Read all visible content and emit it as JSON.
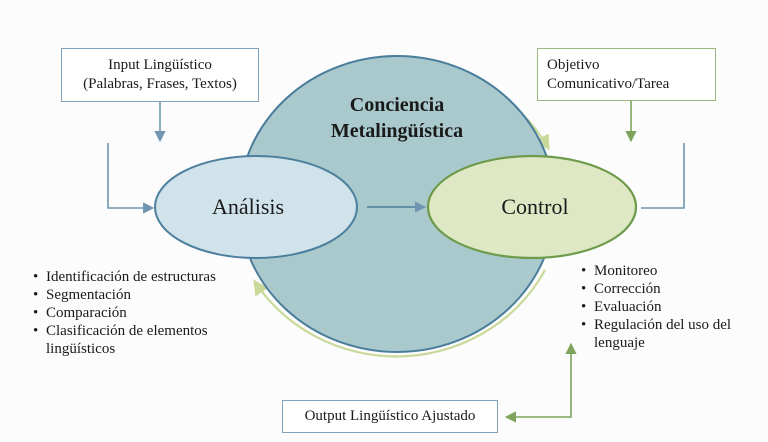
{
  "diagram": {
    "title": "Conciencia Metalingüística",
    "title_lines": [
      "Conciencia",
      "Metalingüística"
    ],
    "nodes": {
      "input": {
        "lines": [
          "Input Lingüístico",
          "(Palabras, Frases, Textos)"
        ]
      },
      "objective": {
        "lines": [
          "Objetivo",
          "Comunicativo/Tarea"
        ]
      },
      "output": {
        "label": "Output Lingüístico Ajustado"
      },
      "analysis": {
        "label": "Análisis",
        "bullets": [
          "Identificación de estructuras",
          "Segmentación",
          "Comparación",
          "Clasificación de elementos lingüísticos"
        ]
      },
      "control": {
        "label": "Control",
        "bullets": [
          "Monitoreo",
          "Corrección",
          "Evaluación",
          "Regulación del uso del lenguaje"
        ]
      }
    },
    "edges": [
      {
        "from": "input",
        "to": "analysis"
      },
      {
        "from": "analysis",
        "to": "control"
      },
      {
        "from": "objective",
        "to": "control"
      },
      {
        "from": "control",
        "to": "output"
      },
      {
        "from": "output",
        "to": "control"
      },
      {
        "from": "analysis",
        "to": "control",
        "style": "outer-arc"
      },
      {
        "from": "control",
        "to": "analysis",
        "style": "outer-arc"
      }
    ],
    "colors": {
      "circle_fill": "#a9c9cc",
      "circle_stroke": "#4a7d9c",
      "analysis_fill": "#d0e2ea",
      "analysis_stroke": "#4d7f9e",
      "control_fill": "#dfe8c4",
      "control_stroke": "#6e9a4c",
      "blue_line": "#6f95b0",
      "green_line": "#7ea35d",
      "arc_green": "#c9d99a"
    }
  }
}
